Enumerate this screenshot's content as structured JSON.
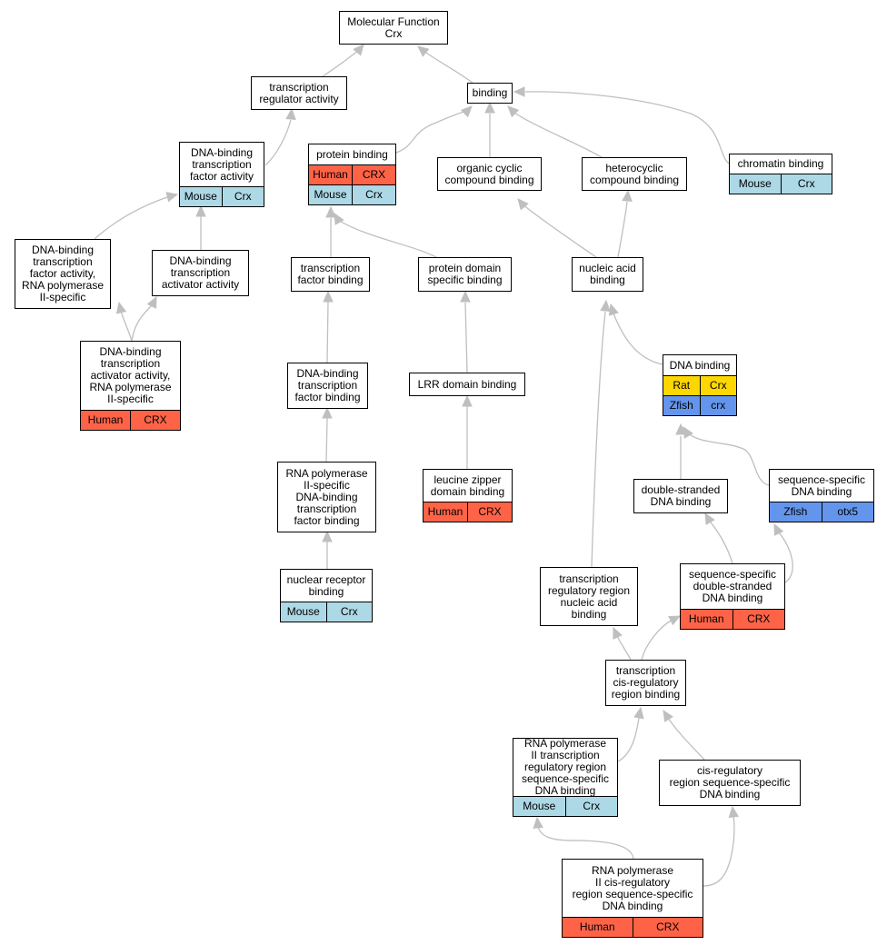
{
  "colors": {
    "edge": "#bfbfbf",
    "Human": "#ff6347",
    "Mouse": "#add8e6",
    "Rat": "#ffd700",
    "Zfish": "#6495ed"
  },
  "nodes": {
    "mf": {
      "label": "Molecular Function\nCrx",
      "rows": []
    },
    "tra": {
      "label": "transcription\nregulator activity",
      "rows": []
    },
    "binding": {
      "label": "binding",
      "rows": []
    },
    "dbtfa": {
      "label": "DNA-binding\ntranscription\nfactor activity",
      "rows": [
        [
          "Mouse",
          "Crx"
        ]
      ]
    },
    "pb": {
      "label": "protein binding",
      "rows": [
        [
          "Human",
          "CRX"
        ],
        [
          "Mouse",
          "Crx"
        ]
      ]
    },
    "ocb": {
      "label": "organic cyclic\ncompound binding",
      "rows": []
    },
    "hcb": {
      "label": "heterocyclic\ncompound binding",
      "rows": []
    },
    "chb": {
      "label": "chromatin binding",
      "rows": [
        [
          "Mouse",
          "Crx"
        ]
      ]
    },
    "dbtf2": {
      "label": "DNA-binding\ntranscription\nfactor activity,\nRNA polymerase\nII-specific",
      "rows": []
    },
    "dbtaa": {
      "label": "DNA-binding\ntranscription\nactivator activity",
      "rows": []
    },
    "tfb": {
      "label": "transcription\nfactor binding",
      "rows": []
    },
    "pdsb": {
      "label": "protein domain\nspecific binding",
      "rows": []
    },
    "nab": {
      "label": "nucleic acid\nbinding",
      "rows": []
    },
    "dbtaa2": {
      "label": "DNA-binding\ntranscription\nactivator activity,\nRNA polymerase\nII-specific",
      "rows": [
        [
          "Human",
          "CRX"
        ]
      ]
    },
    "dbtfb": {
      "label": "DNA-binding\ntranscription\nfactor binding",
      "rows": []
    },
    "lrr": {
      "label": "LRR domain binding",
      "rows": []
    },
    "dnab": {
      "label": "DNA binding",
      "rows": [
        [
          "Rat",
          "Crx"
        ],
        [
          "Zfish",
          "crx"
        ]
      ]
    },
    "rnap2": {
      "label": "RNA polymerase\nII-specific\nDNA-binding\ntranscription\nfactor binding",
      "rows": []
    },
    "lzdb": {
      "label": "leucine zipper\ndomain binding",
      "rows": [
        [
          "Human",
          "CRX"
        ]
      ]
    },
    "dsdna": {
      "label": "double-stranded\nDNA binding",
      "rows": []
    },
    "ssdna": {
      "label": "sequence-specific\nDNA binding",
      "rows": [
        [
          "Zfish",
          "otx5"
        ]
      ]
    },
    "nrb": {
      "label": "nuclear receptor\nbinding",
      "rows": [
        [
          "Mouse",
          "Crx"
        ]
      ]
    },
    "trnab": {
      "label": "transcription\nregulatory region\nnucleic acid\nbinding",
      "rows": []
    },
    "ssdsdna": {
      "label": "sequence-specific\ndouble-stranded\nDNA binding",
      "rows": [
        [
          "Human",
          "CRX"
        ]
      ]
    },
    "tcrrb": {
      "label": "transcription\ncis-regulatory\nregion binding",
      "rows": []
    },
    "rnap2trr": {
      "label": "RNA polymerase\nII transcription\nregulatory region\nsequence-specific\nDNA binding",
      "rows": [
        [
          "Mouse",
          "Crx"
        ]
      ]
    },
    "crrss": {
      "label": "cis-regulatory\nregion sequence-specific\nDNA binding",
      "rows": []
    },
    "rnap2crr": {
      "label": "RNA polymerase\nII cis-regulatory\nregion sequence-specific\nDNA binding",
      "rows": [
        [
          "Human",
          "CRX"
        ]
      ]
    }
  }
}
